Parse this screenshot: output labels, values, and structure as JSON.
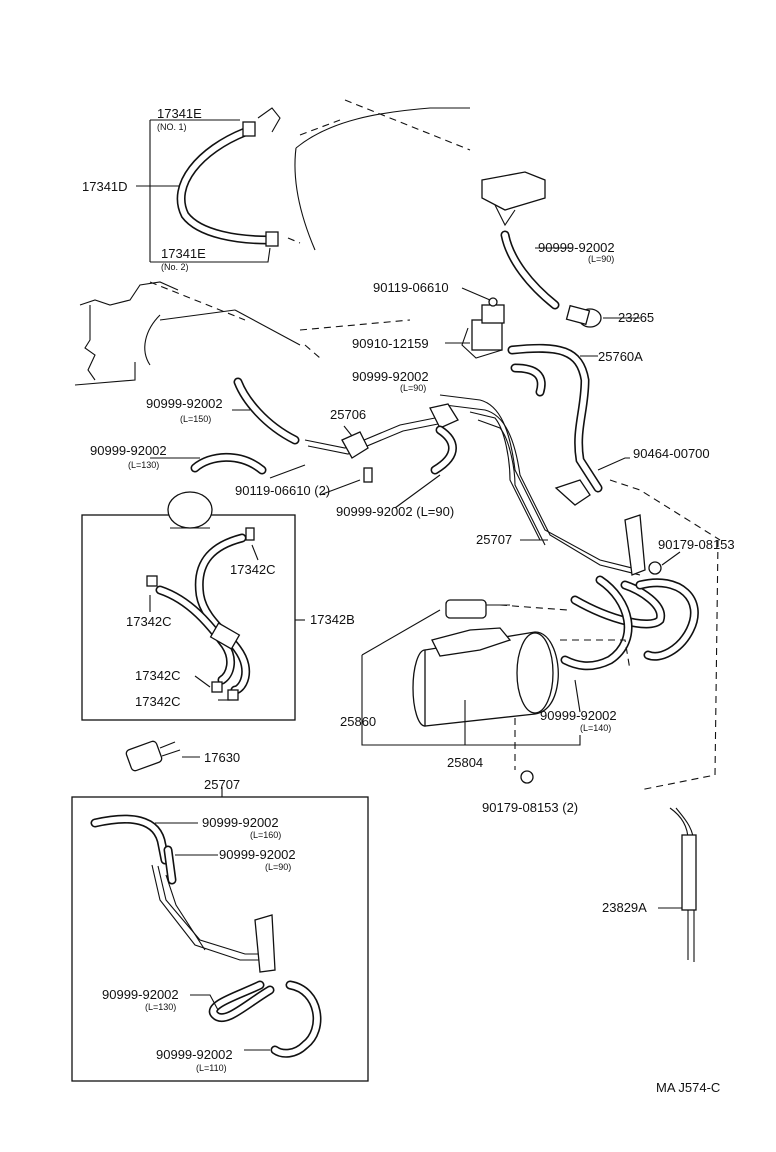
{
  "labels": {
    "l17341E_1": "17341E",
    "l17341E_1_sub": "(NO. 1)",
    "l17341D": "17341D",
    "l17341E_2": "17341E",
    "l17341E_2_sub": "(No. 2)",
    "l90999_top": "90999-92002",
    "l90999_top_sub": "(L=90)",
    "l23265": "23265",
    "l90119_a": "90119-06610",
    "l90910": "90910-12159",
    "l25760A": "25760A",
    "l90999_mid": "90999-92002",
    "l90999_mid_sub": "(L=90)",
    "l90999_150": "90999-92002",
    "l90999_150_sub": "(L=150)",
    "l25706": "25706",
    "l90464": "90464-00700",
    "l90999_130": "90999-92002",
    "l90999_130_sub": "(L=130)",
    "l90119_b": "90119-06610 (2)",
    "l90999_90b": "90999-92002 (L=90)",
    "l25707_mid": "25707",
    "l90179_a": "90179-08153",
    "l17342C_1": "17342C",
    "l17342B": "17342B",
    "l17342C_2": "17342C",
    "l17342C_3": "17342C",
    "l17342C_4": "17342C",
    "l25860": "25860",
    "l90999_140": "90999-92002",
    "l90999_140_sub": "(L=140)",
    "l25804": "25804",
    "l17630": "17630",
    "l25707_box": "25707",
    "l90179_b": "90179-08153 (2)",
    "l90999_160": "90999-92002",
    "l90999_160_sub": "(L=160)",
    "l90999_90c": "90999-92002",
    "l90999_90c_sub": "(L=90)",
    "l23829A": "23829A",
    "l90999_130b": "90999-92002",
    "l90999_130b_sub": "(L=130)",
    "l90999_110": "90999-92002",
    "l90999_110_sub": "(L=110)",
    "footer": "MA  J574-C"
  }
}
